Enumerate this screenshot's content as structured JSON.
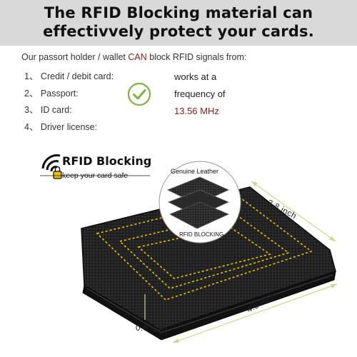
{
  "banner": {
    "line1": "The RFID Blocking material can",
    "line2": "effectivvely protect your cards."
  },
  "intro": {
    "before": "Our passort holder / wallet ",
    "highlight": "CAN",
    "after": " block RFID signals from:"
  },
  "list": [
    "1、 Credit / debit card:",
    "2、 Passport:",
    "3、 ID card:",
    "4、 Driver license:"
  ],
  "frequency": {
    "line1": "works at a",
    "line2": "frequency of",
    "value": "13.56 MHz"
  },
  "badge": {
    "title": "RFID Blocking",
    "subtitle": "keep your card safe",
    "icon": "lock-wifi-icon"
  },
  "layers": {
    "top_label": "Genuine Leather",
    "bottom_label": "RFID BLOCKING"
  },
  "dimensions": {
    "depth": "3.8 inch",
    "width": "4.5 inch",
    "thickness": "0.8 inch"
  },
  "colors": {
    "banner_bg": "#d9d9d9",
    "accent_red": "#8b1a1a",
    "check_green": "#7cb342",
    "stitch_yellow": "#e8c200",
    "wallet": "#1a1a1a"
  }
}
